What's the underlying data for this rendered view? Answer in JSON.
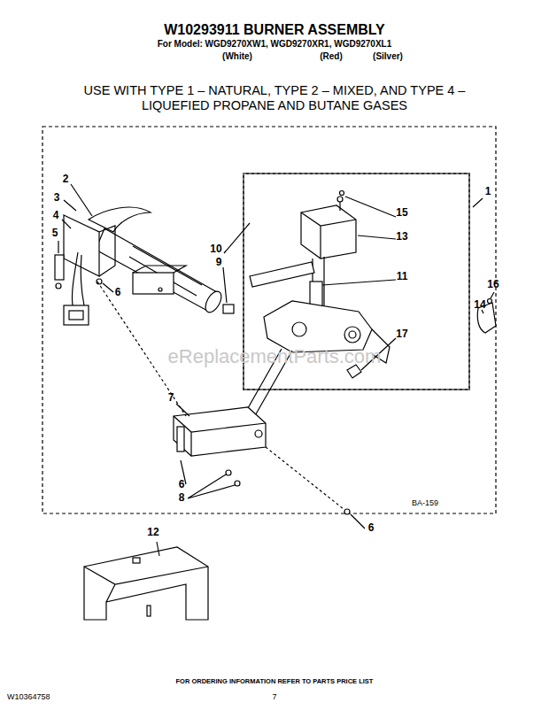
{
  "diagram": {
    "title": "W10293911 BURNER ASSEMBLY",
    "labels": [
      "For Model: WGD9270XW1, WGD9270XR1, WGD9270XL1",
      "(White)",
      "(Red)",
      "(Silver)",
      "USE WITH TYPE 1 – NATURAL, TYPE 2 – MIXED, AND TYPE 4 – LIQUEFIED PROPANE AND BUTANE GASES",
      "2",
      "3",
      "4",
      "5",
      "6",
      "1",
      "15",
      "13",
      "10",
      "9",
      "11",
      "16",
      "14",
      "17",
      "7",
      "6",
      "8",
      "6",
      "12",
      "BA-159",
      "eReplacementParts.com",
      "W10364758",
      "7",
      "FOR ORDERING INFORMATION REFER TO PARTS PRICE LIST"
    ]
  }
}
